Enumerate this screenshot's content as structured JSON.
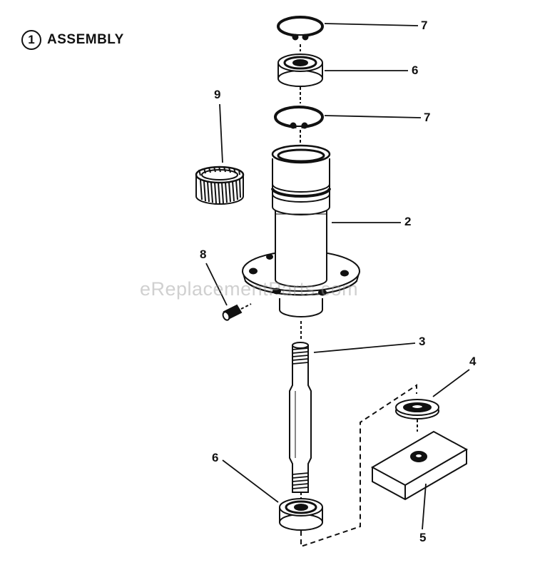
{
  "header": {
    "badge_number": "1",
    "title": "ASSEMBLY"
  },
  "callouts": {
    "c7a": "7",
    "c6a": "6",
    "c7b": "7",
    "c9": "9",
    "c2": "2",
    "c8": "8",
    "c3": "3",
    "c4": "4",
    "c6b": "6",
    "c5": "5"
  },
  "watermark": "eReplacementParts.com",
  "colors": {
    "ink": "#111111",
    "paper": "#ffffff"
  }
}
